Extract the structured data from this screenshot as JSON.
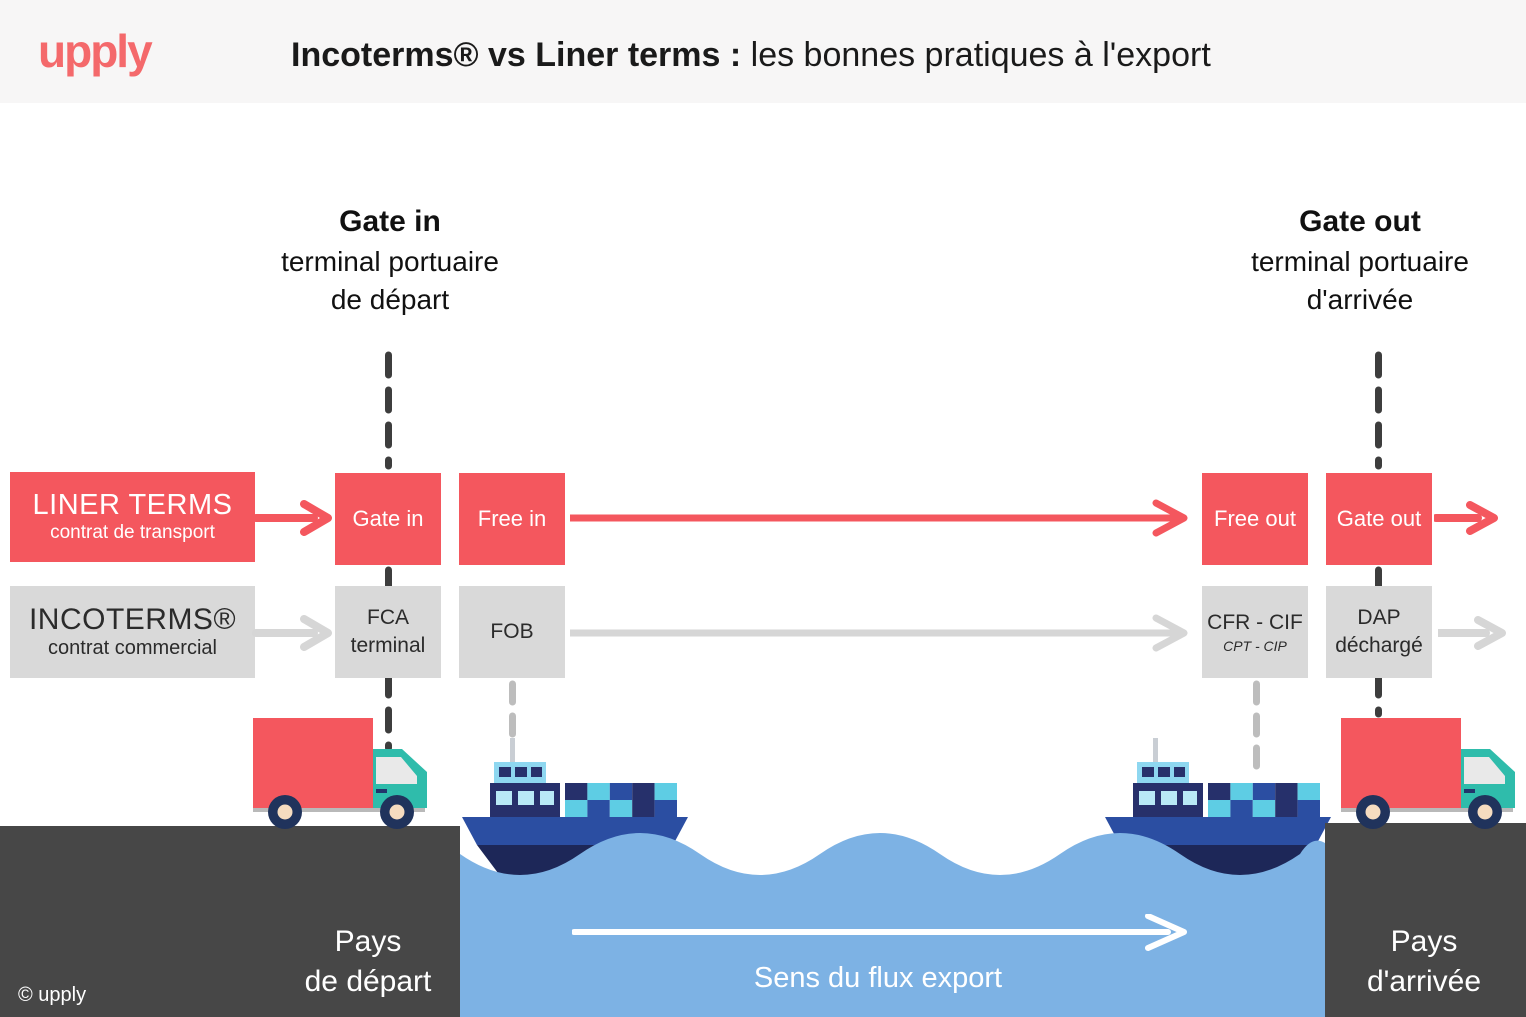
{
  "header": {
    "logo": "upply",
    "title_bold": "Incoterms® vs Liner terms :",
    "title_rest": " les bonnes pratiques à l'export"
  },
  "labels": {
    "gate_in": {
      "title": "Gate in",
      "line1": "terminal portuaire",
      "line2": "de départ"
    },
    "gate_out": {
      "title": "Gate out",
      "line1": "terminal portuaire",
      "line2": "d'arrivée"
    }
  },
  "liner_row": {
    "title": "LINER TERMS",
    "subtitle": "contrat de transport",
    "steps": [
      "Gate in",
      "Free in",
      "Free out",
      "Gate out"
    ]
  },
  "incoterms_row": {
    "title": "INCOTERMS®",
    "subtitle": "contrat commercial",
    "steps": [
      {
        "line1": "FCA",
        "line2": "terminal"
      },
      {
        "line1": "FOB",
        "line2": ""
      },
      {
        "line1": "CFR - CIF",
        "line2": "CPT - CIP"
      },
      {
        "line1": "DAP",
        "line2": "déchargé"
      }
    ]
  },
  "footer": {
    "depart_line1": "Pays",
    "depart_line2": "de départ",
    "flux": "Sens du flux export",
    "arrivee_line1": "Pays",
    "arrivee_line2": "d'arrivée",
    "copyright": "© upply"
  },
  "icons": {
    "truck": "truck-icon",
    "ship": "cargo-ship-icon",
    "arrow_red": "arrow-right-icon-red",
    "arrow_gray": "arrow-right-icon-gray",
    "arrow_white": "arrow-right-icon-white"
  },
  "colors": {
    "accent_red": "#f4575e",
    "logo_coral": "#f4696b",
    "box_gray": "#d9d9d9",
    "arrow_gray": "#d6d6d6",
    "dash_dark": "#3d3d3d",
    "dash_gray": "#bdbdbd",
    "land_gray": "#474747",
    "water_blue": "#7db2e4",
    "header_bg": "#f7f6f6"
  }
}
